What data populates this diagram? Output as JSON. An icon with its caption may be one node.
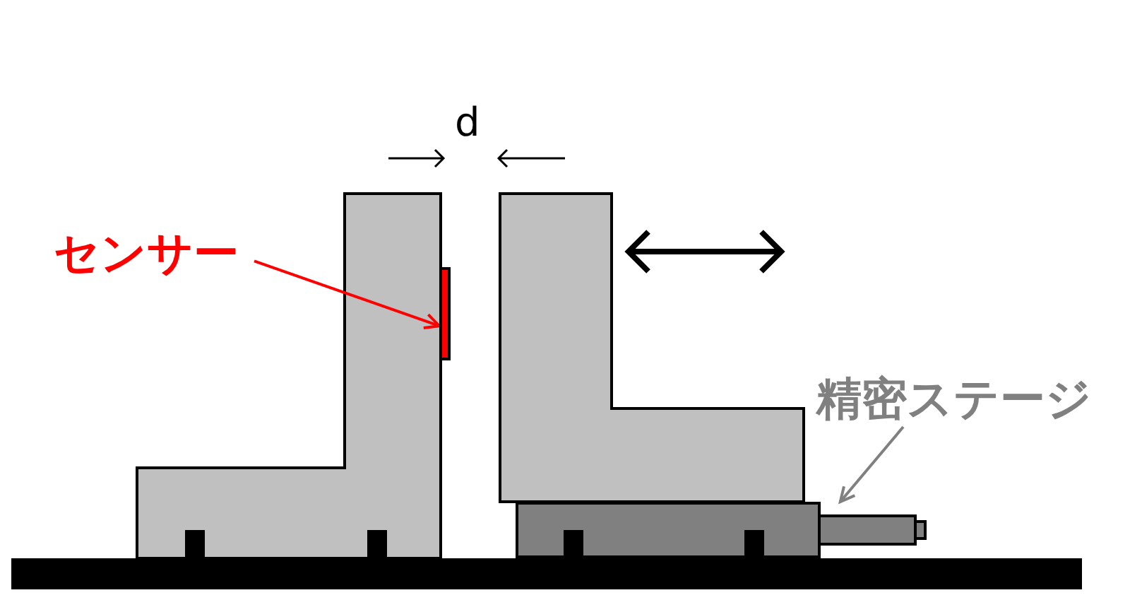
{
  "diagram": {
    "nodes": [
      {
        "text": [
          "センサー"
        ]
      },
      {
        "text": [],
        "shape": "bar"
      },
      {
        "text": [
          "精密ステージ"
        ]
      },
      {
        "text": [],
        "shape": "box"
      }
    ],
    "edges": [
      {
        "from": 0,
        "to": 1,
        "arrow": "to",
        "color": "#ff0000"
      },
      {
        "from": 2,
        "to": 3,
        "arrow": "to",
        "color": "#808080"
      }
    ],
    "labels": [
      "d"
    ]
  }
}
